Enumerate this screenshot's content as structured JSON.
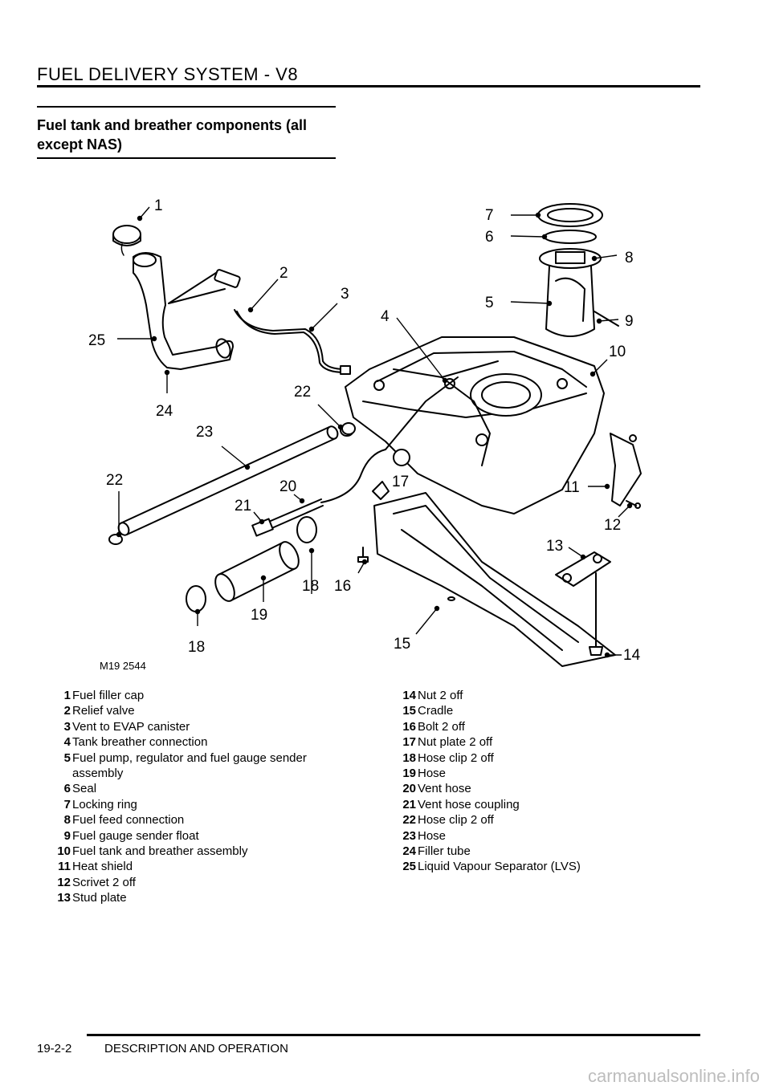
{
  "header": {
    "title": "FUEL DELIVERY SYSTEM - V8"
  },
  "section": {
    "title": "Fuel tank and breather components (all except NAS)"
  },
  "figure": {
    "id": "M19 2544",
    "callouts": [
      "1",
      "2",
      "3",
      "4",
      "5",
      "6",
      "7",
      "8",
      "9",
      "10",
      "11",
      "12",
      "13",
      "14",
      "15",
      "16",
      "17",
      "18",
      "18",
      "19",
      "20",
      "21",
      "22",
      "22",
      "23",
      "24",
      "25"
    ]
  },
  "legend": [
    {
      "num": "1",
      "text": "Fuel filler cap"
    },
    {
      "num": "2",
      "text": "Relief valve"
    },
    {
      "num": "3",
      "text": "Vent to EVAP canister"
    },
    {
      "num": "4",
      "text": "Tank breather connection"
    },
    {
      "num": "5",
      "text": "Fuel pump, regulator and fuel gauge sender assembly"
    },
    {
      "num": "6",
      "text": "Seal"
    },
    {
      "num": "7",
      "text": "Locking ring"
    },
    {
      "num": "8",
      "text": "Fuel feed connection"
    },
    {
      "num": "9",
      "text": "Fuel gauge sender float"
    },
    {
      "num": "10",
      "text": "Fuel tank and breather assembly"
    },
    {
      "num": "11",
      "text": "Heat shield"
    },
    {
      "num": "12",
      "text": "Scrivet 2 off"
    },
    {
      "num": "13",
      "text": "Stud plate"
    },
    {
      "num": "14",
      "text": "Nut 2 off"
    },
    {
      "num": "15",
      "text": "Cradle"
    },
    {
      "num": "16",
      "text": "Bolt 2 off"
    },
    {
      "num": "17",
      "text": "Nut plate 2 off"
    },
    {
      "num": "18",
      "text": "Hose clip 2 off"
    },
    {
      "num": "19",
      "text": "Hose"
    },
    {
      "num": "20",
      "text": "Vent hose"
    },
    {
      "num": "21",
      "text": "Vent hose coupling"
    },
    {
      "num": "22",
      "text": "Hose clip 2 off"
    },
    {
      "num": "23",
      "text": "Hose"
    },
    {
      "num": "24",
      "text": "Filler tube"
    },
    {
      "num": "25",
      "text": "Liquid Vapour Separator (LVS)"
    }
  ],
  "footer": {
    "page": "19-2-2",
    "section": "DESCRIPTION AND OPERATION"
  },
  "watermark": "carmanualsonline.info"
}
